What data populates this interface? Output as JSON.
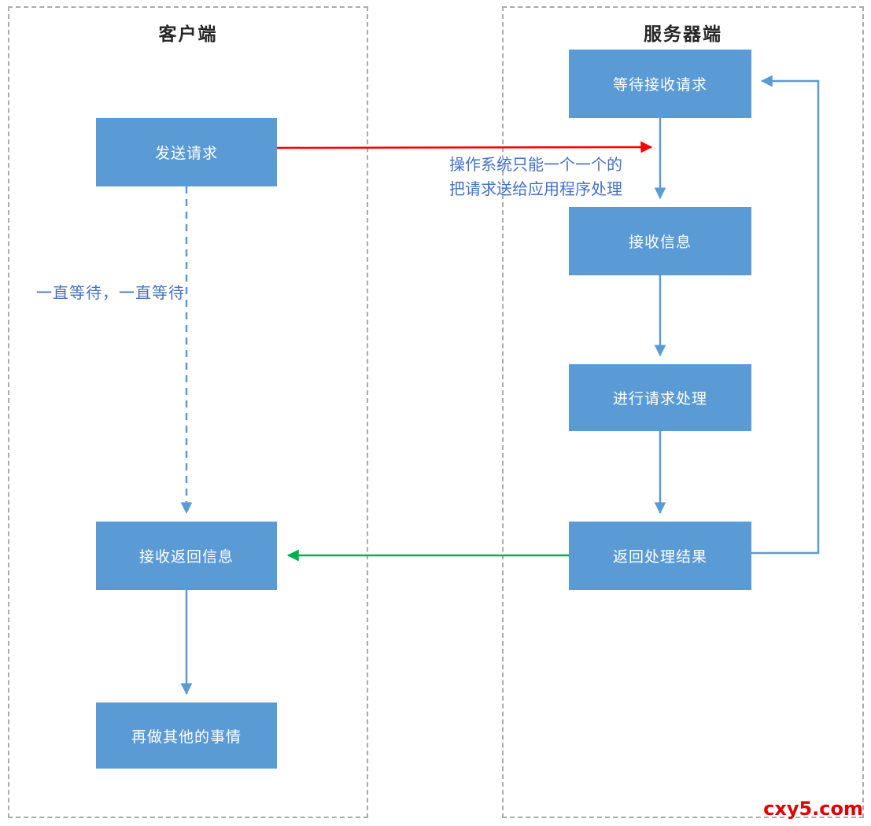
{
  "diagram": {
    "client": {
      "title": "客户端",
      "box_send_request": "发送请求",
      "box_receive_response": "接收返回信息",
      "box_do_other_things": "再做其他的事情",
      "waiting_label": "一直等待，一直等待"
    },
    "server": {
      "title": "服务器端",
      "box_wait_request": "等待接收请求",
      "box_receive_info": "接收信息",
      "box_process_request": "进行请求处理",
      "box_return_result": "返回处理结果"
    },
    "annotation": {
      "line1": "操作系统只能一个一个的",
      "line2": "把请求送给应用程序处理"
    },
    "watermark": "cxy5.com",
    "colors": {
      "box_fill": "#5B9BD5",
      "arrow_blue": "#5B9BD5",
      "arrow_red": "#FF0000",
      "arrow_green": "#00B050",
      "annotation_text": "#4472C4",
      "watermark": "#E00000",
      "panel_border": "#ABABAB"
    }
  }
}
